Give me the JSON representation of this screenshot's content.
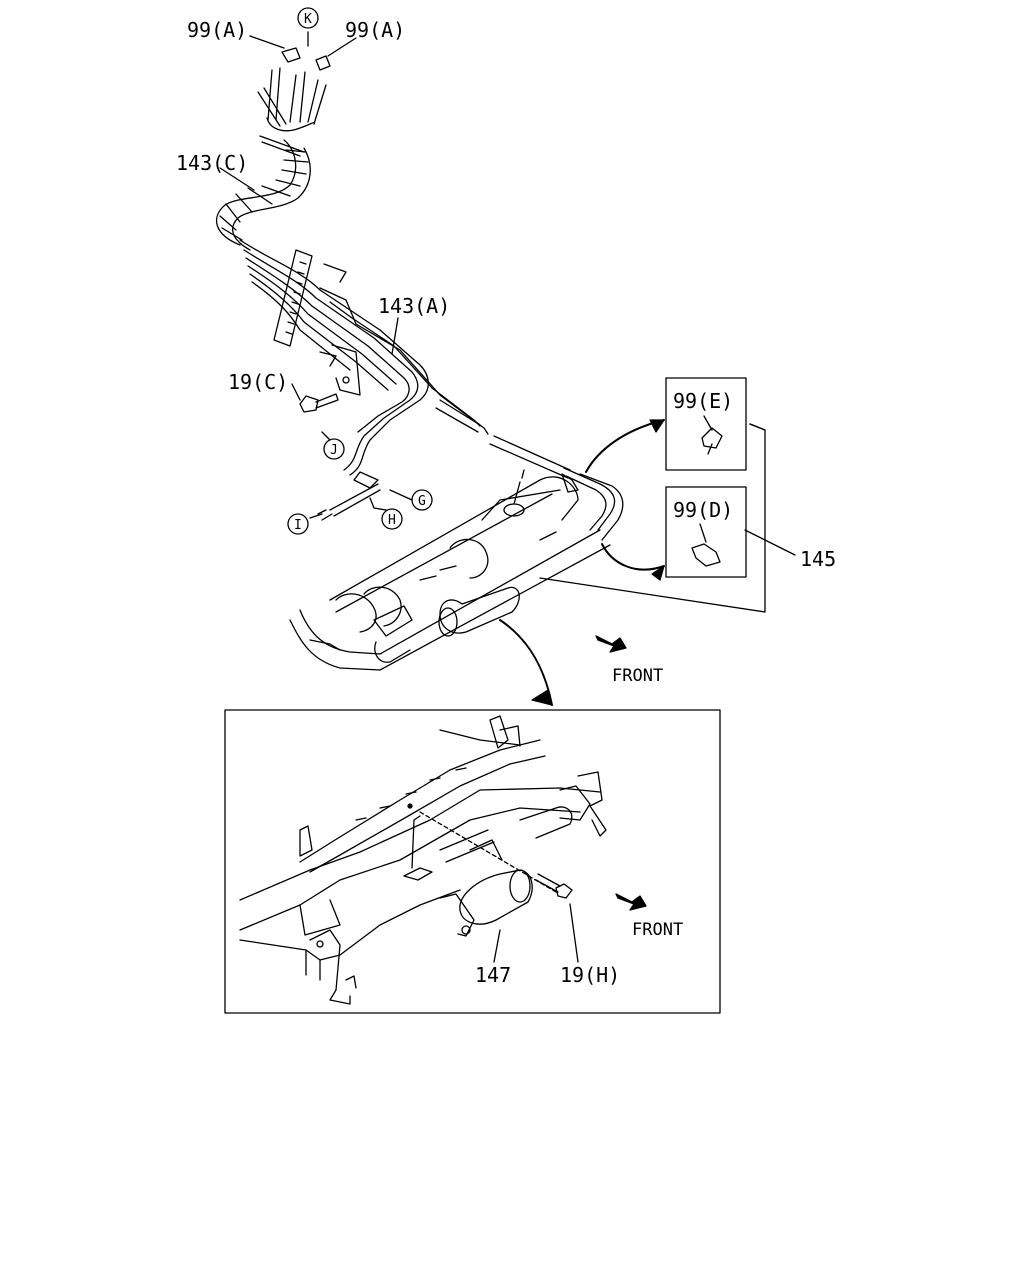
{
  "diagram": {
    "labels": {
      "clip_a_left": "99(A)",
      "clip_a_right": "99(A)",
      "ref_k": "K",
      "hose_c": "143(C)",
      "hose_a": "143(A)",
      "bolt_c": "19(C)",
      "ref_j": "J",
      "ref_g": "G",
      "ref_h": "H",
      "ref_i": "I",
      "clip_e": "99(E)",
      "clip_d": "99(D)",
      "hose_assembly": "145",
      "front_upper": "FRONT",
      "damper": "147",
      "bolt_h": "19(H)",
      "front_lower": "FRONT"
    },
    "colors": {
      "line": "#000000",
      "background": "#ffffff"
    },
    "icons": [
      "front-arrow-icon",
      "front-arrow-icon"
    ]
  }
}
